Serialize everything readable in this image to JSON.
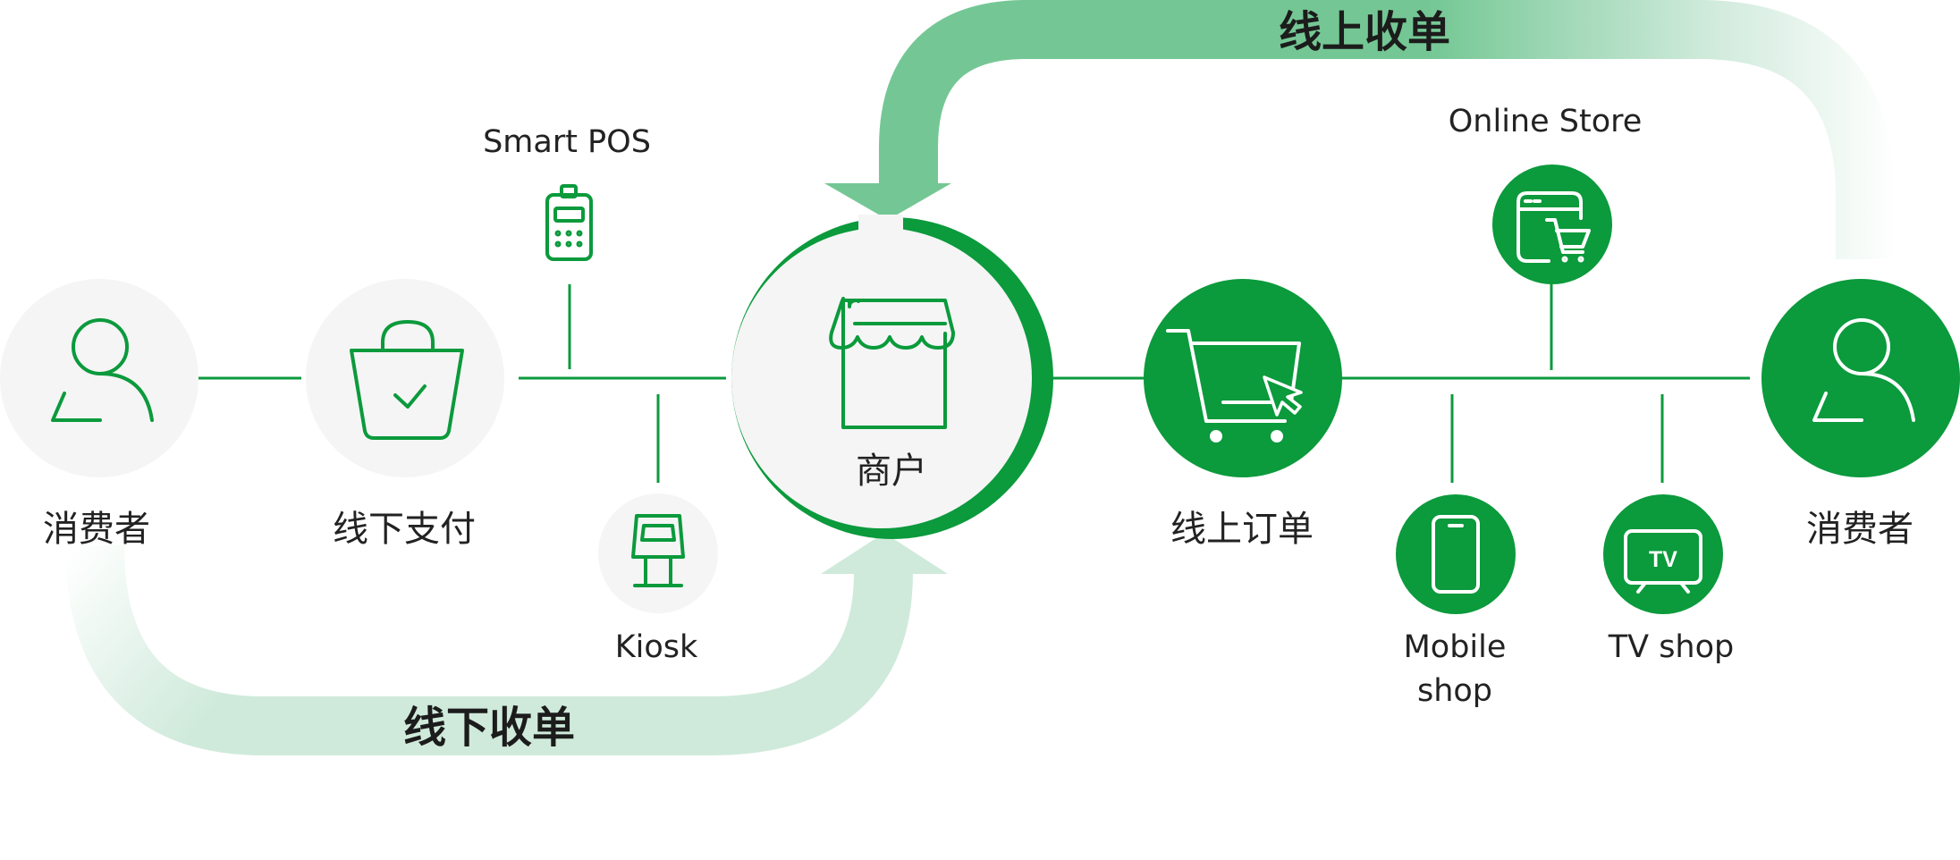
{
  "colors": {
    "brand_green": "#0b9a3c",
    "arrow_online": "#74c794",
    "arrow_offline": "#cfeadb",
    "node_light": "#f5f5f5",
    "text": "#222222"
  },
  "flows": {
    "online": {
      "label": "线上收单"
    },
    "offline": {
      "label": "线下收单"
    }
  },
  "nodes": {
    "consumer_left": {
      "label": "消费者",
      "icon": "user-icon"
    },
    "offline_payment": {
      "label": "线下支付",
      "icon": "shopping-bag-icon"
    },
    "smart_pos": {
      "label": "Smart POS",
      "icon": "pos-terminal-icon"
    },
    "kiosk": {
      "label": "Kiosk",
      "icon": "kiosk-icon"
    },
    "merchant": {
      "label": "商户",
      "icon": "storefront-icon"
    },
    "online_order": {
      "label": "线上订单",
      "icon": "shopping-cart-icon"
    },
    "online_store": {
      "label": "Online Store",
      "icon": "web-store-icon"
    },
    "mobile_shop": {
      "label_line1": "Mobile",
      "label_line2": "shop",
      "icon": "smartphone-icon"
    },
    "tv_shop": {
      "label": "TV shop",
      "icon": "tv-icon",
      "icon_text": "TV"
    },
    "consumer_right": {
      "label": "消费者",
      "icon": "user-icon"
    }
  }
}
